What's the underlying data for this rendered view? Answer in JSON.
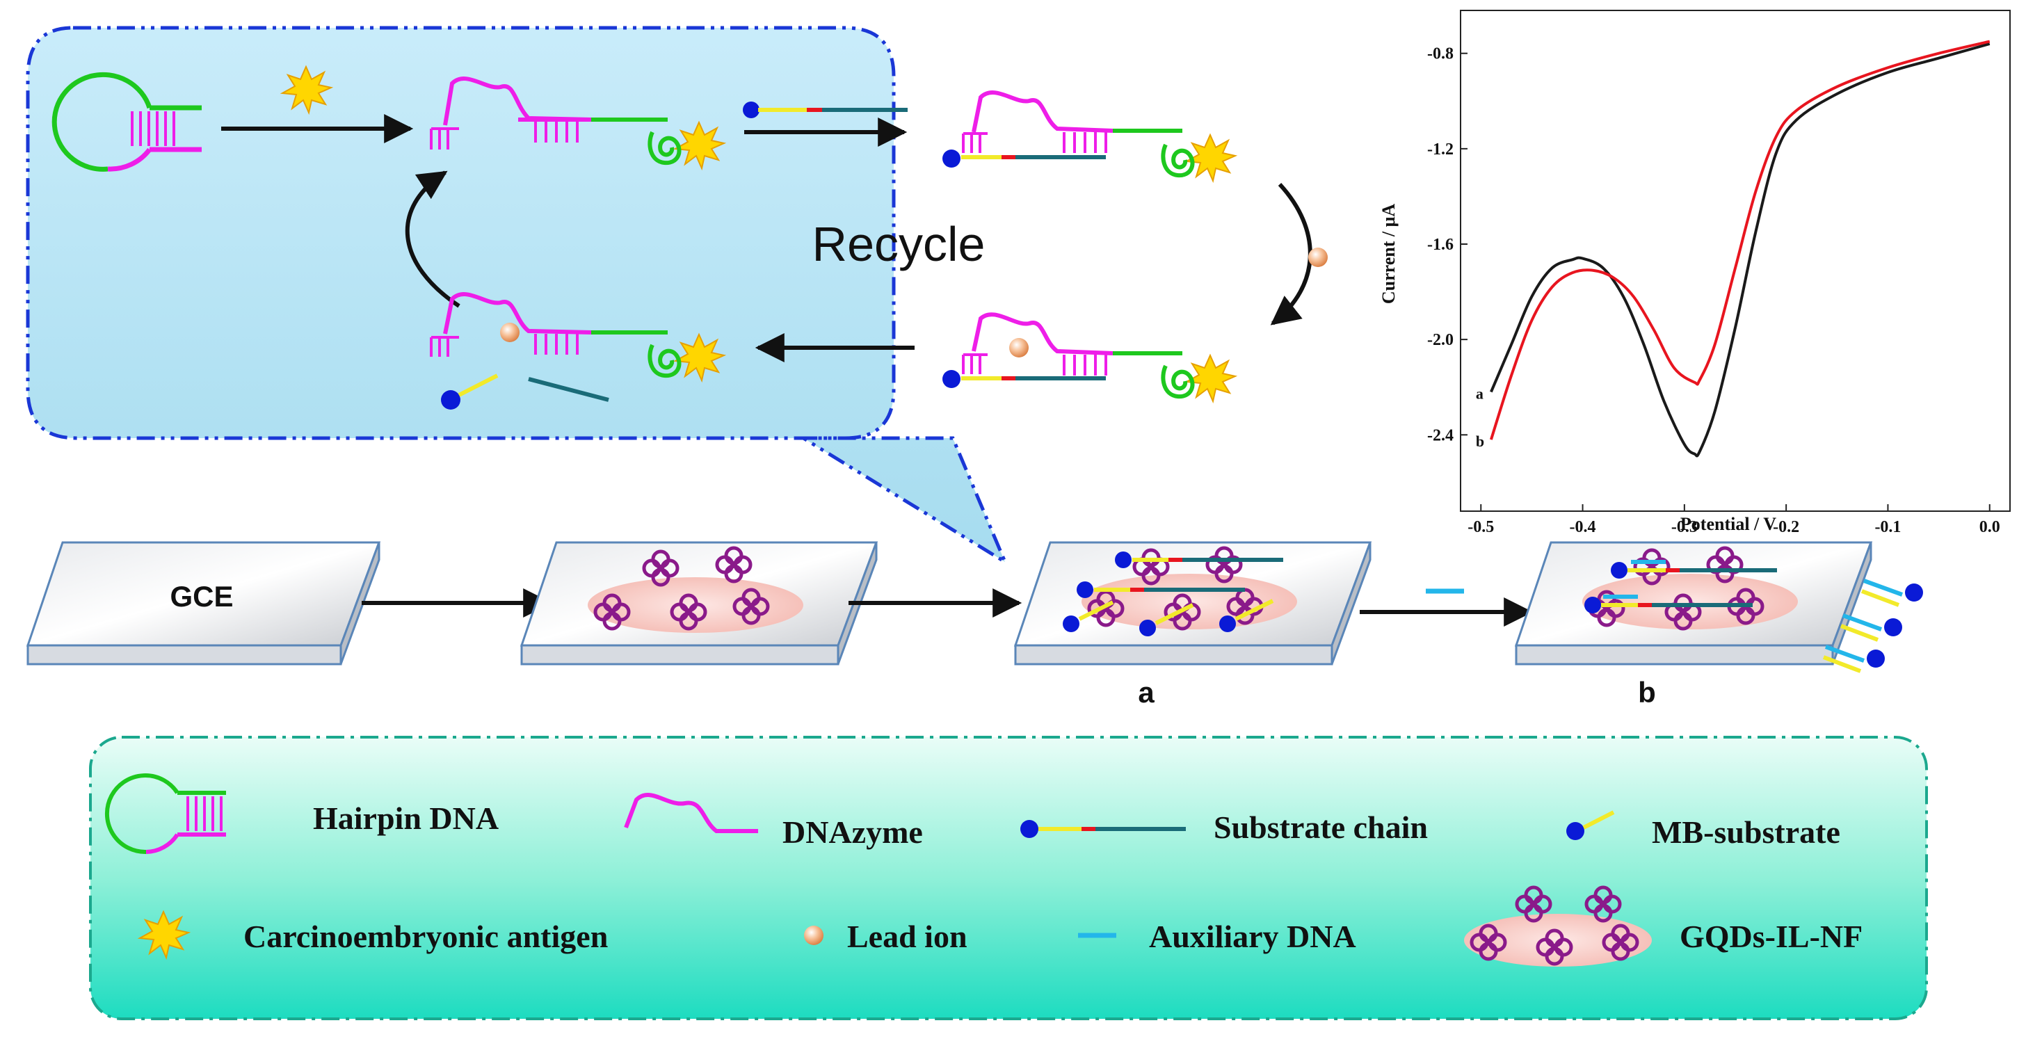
{
  "recycle_label": "Recycle",
  "electrodes": {
    "gce_label": "GCE",
    "label_a": "a",
    "label_b": "b"
  },
  "legend": {
    "hairpin": "Hairpin DNA",
    "dnazyme": "DNAzyme",
    "substrate_chain": "Substrate chain",
    "mb_substrate": "MB-substrate",
    "cea": "Carcinoembryonic antigen",
    "lead_ion": "Lead ion",
    "auxiliary": "Auxiliary DNA",
    "gqds": "GQDs-IL-NF"
  },
  "chart_data": {
    "type": "line",
    "xlabel": "Potential / V",
    "ylabel": "Current / μA",
    "xlim": [
      -0.52,
      0.02
    ],
    "ylim": [
      -2.72,
      -0.62
    ],
    "xticks": [
      -0.5,
      -0.4,
      -0.3,
      -0.2,
      -0.1,
      0.0
    ],
    "xtick_labels": [
      "-0.5",
      "-0.4",
      "-0.3",
      "-0.2",
      "-0.1",
      "0.0"
    ],
    "yticks": [
      -0.8,
      -1.2,
      -1.6,
      -2.0,
      -2.4
    ],
    "ytick_labels": [
      "-0.8",
      "-1.2",
      "-1.6",
      "-2.0",
      "-2.4"
    ],
    "grid": false,
    "series": [
      {
        "name": "a",
        "color": "#1a1a1a",
        "x": [
          -0.49,
          -0.47,
          -0.45,
          -0.43,
          -0.41,
          -0.4,
          -0.38,
          -0.36,
          -0.34,
          -0.32,
          -0.3,
          -0.29,
          -0.285,
          -0.27,
          -0.25,
          -0.23,
          -0.21,
          -0.19,
          -0.15,
          -0.1,
          -0.05,
          0.0
        ],
        "y": [
          -2.22,
          -2.02,
          -1.82,
          -1.7,
          -1.665,
          -1.66,
          -1.7,
          -1.82,
          -2.02,
          -2.26,
          -2.44,
          -2.48,
          -2.47,
          -2.3,
          -1.95,
          -1.55,
          -1.22,
          -1.08,
          -0.97,
          -0.88,
          -0.82,
          -0.76
        ]
      },
      {
        "name": "b",
        "color": "#e8151f",
        "x": [
          -0.49,
          -0.47,
          -0.45,
          -0.43,
          -0.41,
          -0.39,
          -0.37,
          -0.35,
          -0.33,
          -0.31,
          -0.29,
          -0.285,
          -0.27,
          -0.25,
          -0.23,
          -0.21,
          -0.19,
          -0.15,
          -0.1,
          -0.05,
          0.0
        ],
        "y": [
          -2.42,
          -2.15,
          -1.92,
          -1.78,
          -1.72,
          -1.71,
          -1.74,
          -1.82,
          -1.96,
          -2.12,
          -2.18,
          -2.17,
          -2.02,
          -1.7,
          -1.38,
          -1.15,
          -1.04,
          -0.94,
          -0.86,
          -0.8,
          -0.75
        ]
      }
    ]
  }
}
